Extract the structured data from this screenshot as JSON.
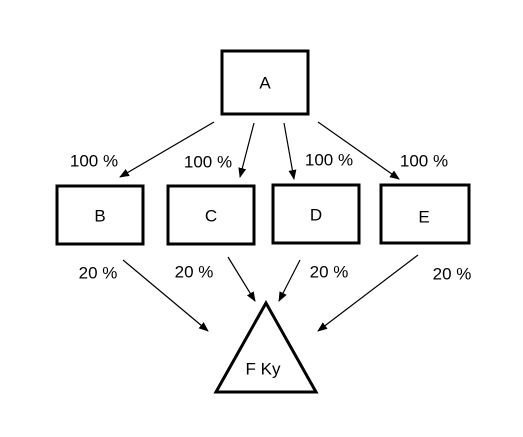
{
  "diagram": {
    "nodes": {
      "a": "A",
      "b": "B",
      "c": "C",
      "d": "D",
      "e": "E",
      "f": "F Ky"
    },
    "edges": {
      "a_b": "100 %",
      "a_c": "100 %",
      "a_d": "100 %",
      "a_e": "100 %",
      "b_f": "20 %",
      "c_f": "20 %",
      "d_f": "20 %",
      "e_f": "20 %"
    }
  }
}
